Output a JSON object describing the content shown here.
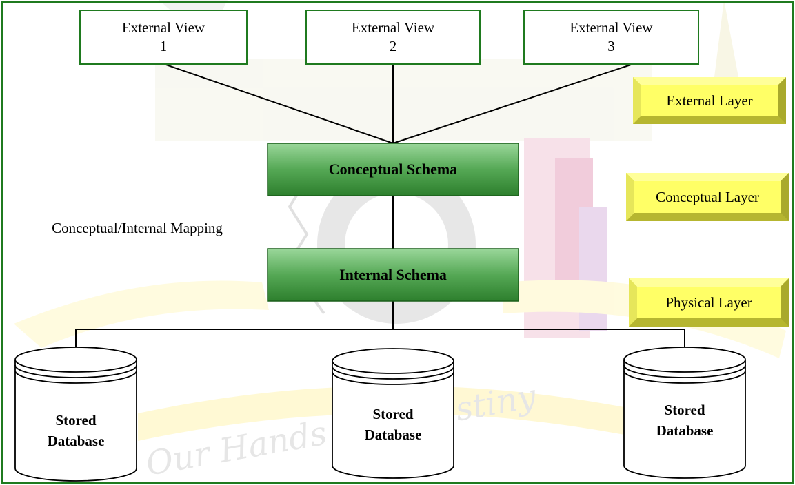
{
  "external_views": [
    {
      "title": "External View",
      "number": "1"
    },
    {
      "title": "External View",
      "number": "2"
    },
    {
      "title": "External View",
      "number": "3"
    }
  ],
  "schemas": {
    "conceptual": "Conceptual Schema",
    "internal": "Internal Schema"
  },
  "mapping_label": "Conceptual/Internal Mapping",
  "layers": {
    "external": "External Layer",
    "conceptual": "Conceptual Layer",
    "physical": "Physical Layer"
  },
  "databases": [
    {
      "line1": "Stored",
      "line2": "Database"
    },
    {
      "line1": "Stored",
      "line2": "Database"
    },
    {
      "line1": "Stored",
      "line2": "Database"
    }
  ],
  "watermark_text": "Our Hands Our Destiny",
  "colors": {
    "frame": "#1f7a1f",
    "schema_top": "#8fd08f",
    "schema_bottom": "#2e8b2e",
    "layer_face": "#ffff66",
    "layer_bevel": "#c8c83c"
  }
}
